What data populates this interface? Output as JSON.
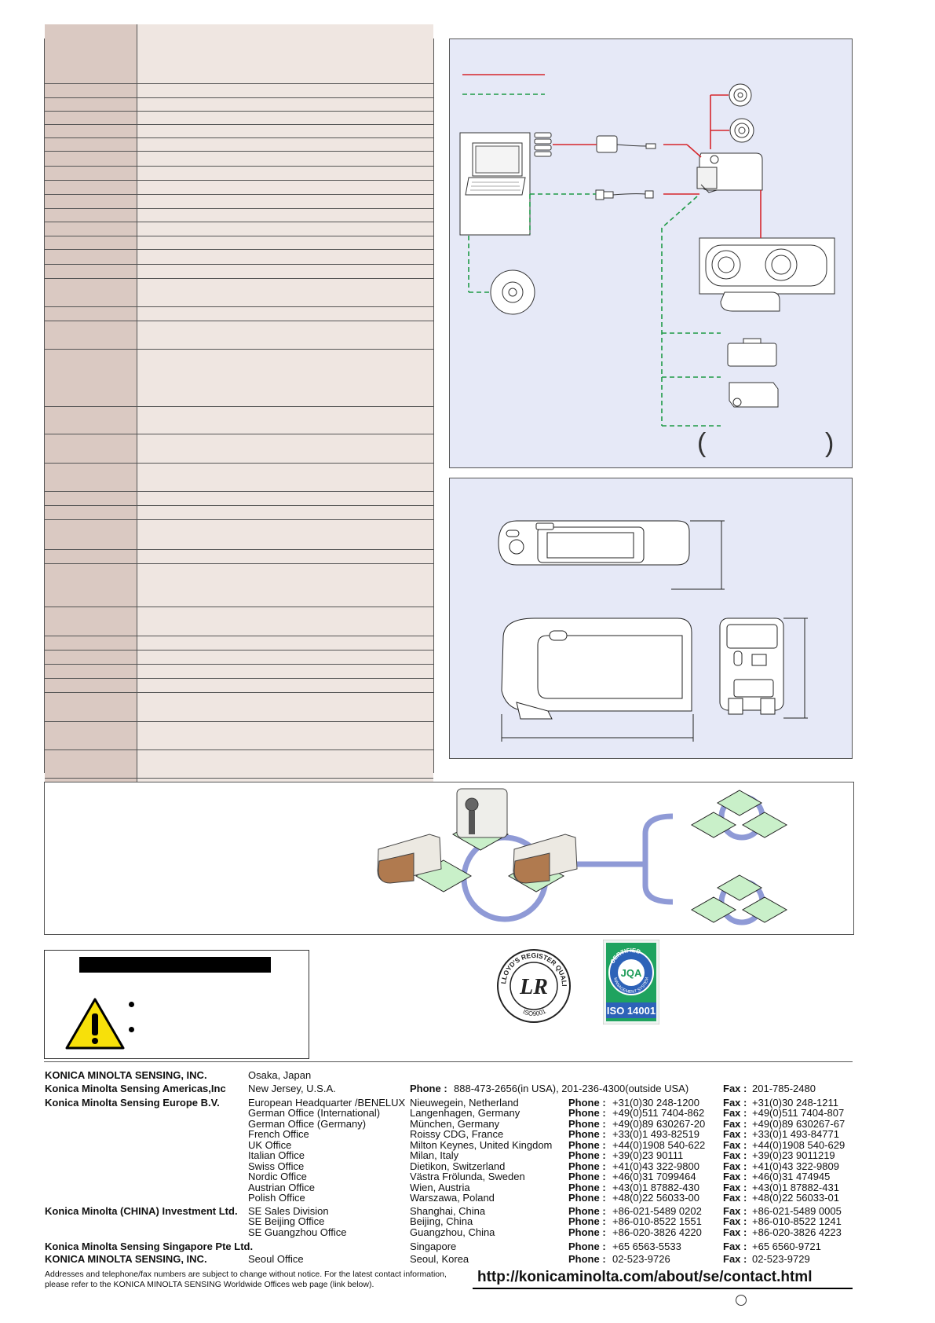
{
  "contacts": [
    {
      "company": "KONICA MINOLTA SENSING, INC.",
      "office": "Osaka, Japan",
      "city": "",
      "phone_label": "",
      "phone": "",
      "fax_label": "",
      "fax": ""
    },
    {
      "company": "Konica Minolta Sensing Americas,Inc",
      "office": "New Jersey, U.S.A.",
      "city": "",
      "phone_label": "Phone :",
      "phone": "888-473-2656(in USA), 201-236-4300(outside USA)",
      "fax_label": "Fax :",
      "fax": "201-785-2480"
    },
    {
      "company": "Konica Minolta Sensing Europe B.V.",
      "office": "European Headquarter /BENELUX",
      "city": "Nieuwegein, Netherland",
      "phone_label": "Phone :",
      "phone": "+31(0)30 248-1200",
      "fax_label": "Fax :",
      "fax": "+31(0)30 248-1211"
    },
    {
      "company": "",
      "office": "German Office (International)",
      "city": "Langenhagen, Germany",
      "phone_label": "Phone :",
      "phone": "+49(0)511 7404-862",
      "fax_label": "Fax :",
      "fax": "+49(0)511 7404-807"
    },
    {
      "company": "",
      "office": "German Office (Germany)",
      "city": "München, Germany",
      "phone_label": "Phone :",
      "phone": "+49(0)89 630267-20",
      "fax_label": "Fax :",
      "fax": "+49(0)89 630267-67"
    },
    {
      "company": "",
      "office": "French Office",
      "city": "Roissy CDG, France",
      "phone_label": "Phone :",
      "phone": "+33(0)1 493-82519",
      "fax_label": "Fax :",
      "fax": "+33(0)1 493-84771"
    },
    {
      "company": "",
      "office": "UK Office",
      "city": "Milton Keynes, United Kingdom",
      "phone_label": "Phone :",
      "phone": "+44(0)1908 540-622",
      "fax_label": "Fax :",
      "fax": "+44(0)1908 540-629"
    },
    {
      "company": "",
      "office": "Italian Office",
      "city": "Milan, Italy",
      "phone_label": "Phone :",
      "phone": "+39(0)23 90111",
      "fax_label": "Fax :",
      "fax": "+39(0)23 9011219"
    },
    {
      "company": "",
      "office": "Swiss Office",
      "city": "Dietikon, Switzerland",
      "phone_label": "Phone :",
      "phone": "+41(0)43 322-9800",
      "fax_label": "Fax :",
      "fax": "+41(0)43 322-9809"
    },
    {
      "company": "",
      "office": "Nordic Office",
      "city": "Västra Frölunda, Sweden",
      "phone_label": "Phone :",
      "phone": "+46(0)31 7099464",
      "fax_label": "Fax :",
      "fax": "+46(0)31 474945"
    },
    {
      "company": "",
      "office": "Austrian Office",
      "city": "Wien, Austria",
      "phone_label": "Phone :",
      "phone": "+43(0)1 87882-430",
      "fax_label": "Fax :",
      "fax": "+43(0)1 87882-431"
    },
    {
      "company": "",
      "office": "Polish Office",
      "city": "Warszawa, Poland",
      "phone_label": "Phone :",
      "phone": "+48(0)22 56033-00",
      "fax_label": "Fax :",
      "fax": "+48(0)22 56033-01"
    },
    {
      "company": "Konica Minolta (CHINA) Investment Ltd.",
      "office": "SE Sales Division",
      "city": "Shanghai, China",
      "phone_label": "Phone :",
      "phone": "+86-021-5489 0202",
      "fax_label": "Fax :",
      "fax": "+86-021-5489 0005"
    },
    {
      "company": "",
      "office": "SE Beijing Office",
      "city": "Beijing, China",
      "phone_label": "Phone :",
      "phone": "+86-010-8522 1551",
      "fax_label": "Fax :",
      "fax": "+86-010-8522 1241"
    },
    {
      "company": "",
      "office": "SE Guangzhou Office",
      "city": "Guangzhou, China",
      "phone_label": "Phone :",
      "phone": "+86-020-3826 4220",
      "fax_label": "Fax :",
      "fax": "+86-020-3826 4223"
    },
    {
      "company": "Konica Minolta Sensing Singapore Pte Ltd.",
      "office": "",
      "city": "Singapore",
      "phone_label": "Phone :",
      "phone": "+65 6563-5533",
      "fax_label": "Fax :",
      "fax": "+65 6560-9721"
    },
    {
      "company": "KONICA MINOLTA SENSING, INC.",
      "office": "Seoul Office",
      "city": "Seoul, Korea",
      "phone_label": "Phone :",
      "phone": "02-523-9726",
      "fax_label": "Fax :",
      "fax": " 02-523-9729"
    }
  ],
  "footnote": {
    "line1": "Addresses and telephone/fax numbers are subject to change without notice. For the latest contact information,",
    "line2": "please refer to the KONICA MINOLTA SENSING Worldwide Offices web page (link below)."
  },
  "url": "http://konicaminolta.com/about/se/contact.html",
  "logos": {
    "lloyds_text": "LLOYD'S REGISTER QUALITY ASSURANCE",
    "lloyds_mark": "LR",
    "lloyds_iso": "ISO9001",
    "jqa_top": "CERTIFIED",
    "jqa_mid": "JQA",
    "jqa_ring": "MANAGEMENT SYSTEM",
    "jqa_iso": "ISO 14001"
  },
  "icons": [
    "warning-icon",
    "laptop-icon",
    "cd-icon",
    "ac-adapter-icon",
    "usb-cable-icon",
    "instrument-icon",
    "target-mask-icon"
  ],
  "colors": {
    "panel_bg": "#e6e9f7",
    "spec_label_bg": "#dac9c2",
    "spec_value_bg": "#efe6e1",
    "line_red": "#d6262c",
    "line_green": "#1f9a46",
    "tile_green": "#c9f0c9",
    "network_blue": "#8f9ad6"
  }
}
